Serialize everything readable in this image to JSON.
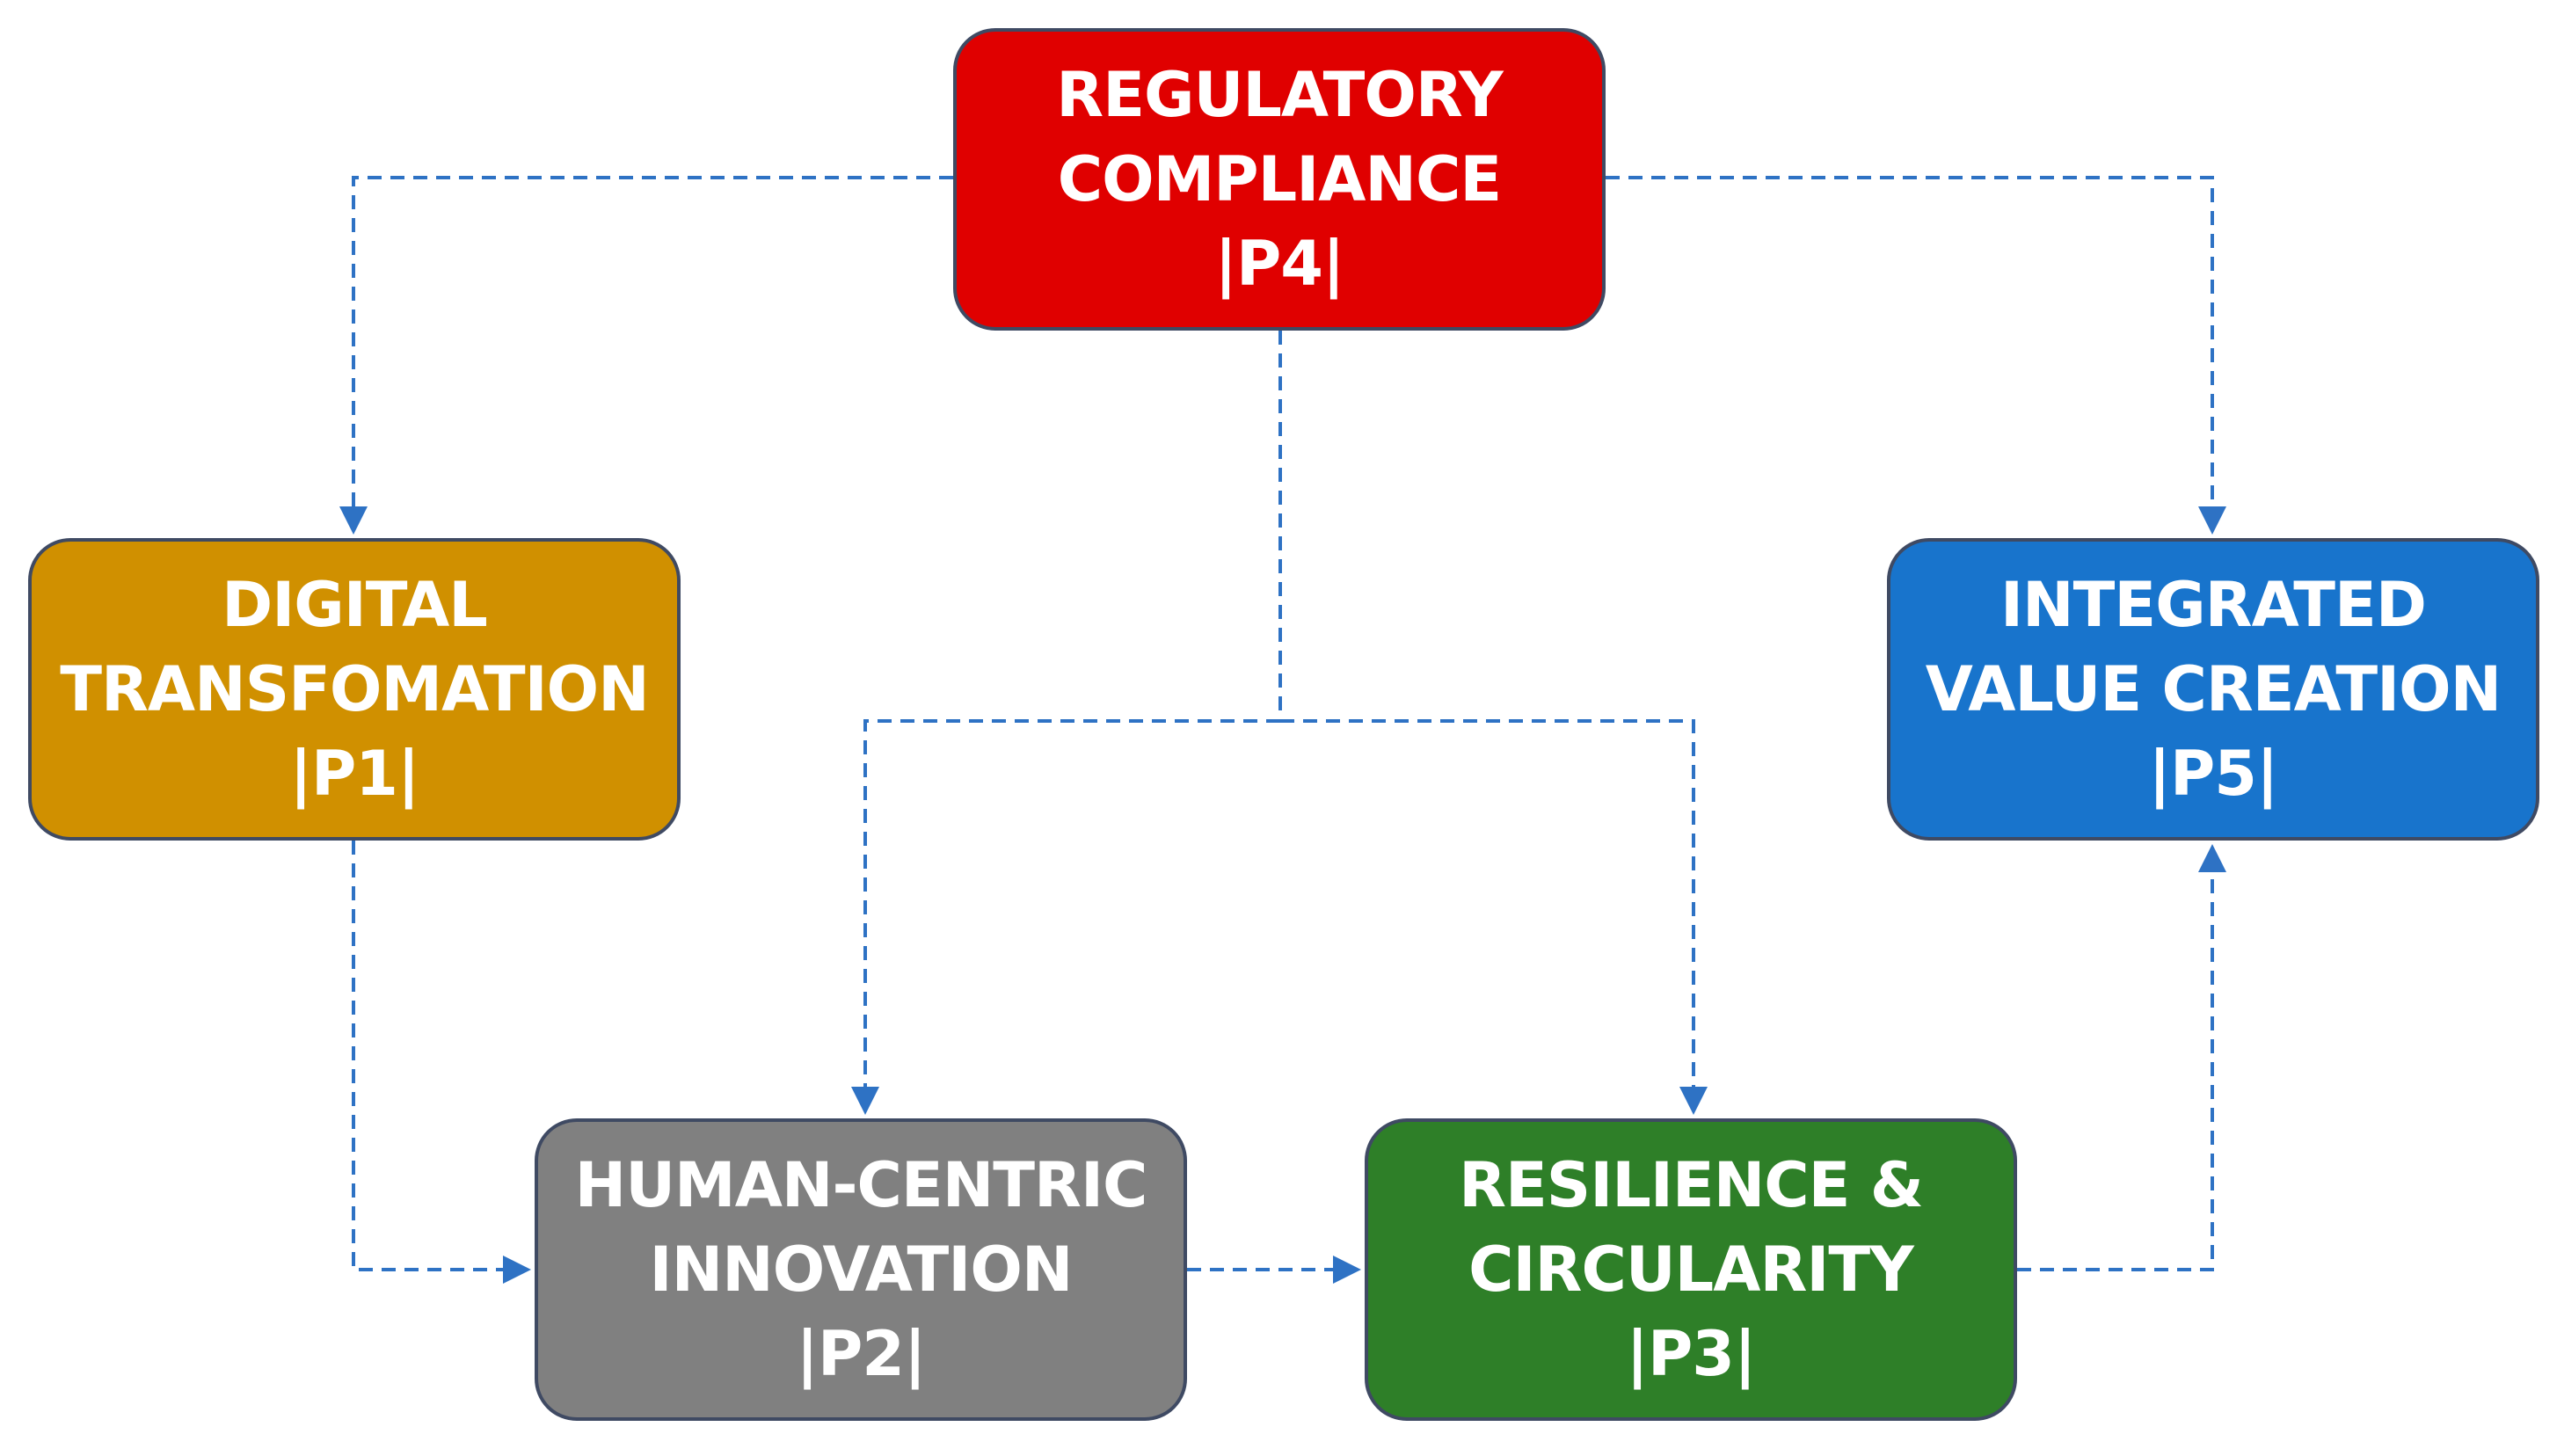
{
  "colors": {
    "p4": "#e00000",
    "p1": "#d09000",
    "p5": "#1874cc",
    "p2": "#808080",
    "p3": "#2e7f28",
    "connector": "#2e72c4",
    "border": "#3f4a63"
  },
  "nodes": {
    "p4": {
      "line1": "REGULATORY",
      "line2": "COMPLIANCE",
      "code": "|P4|"
    },
    "p1": {
      "line1": "DIGITAL",
      "line2": "TRANSFOMATION",
      "code": "|P1|"
    },
    "p5": {
      "line1": "INTEGRATED",
      "line2": "VALUE CREATION",
      "code": "|P5|"
    },
    "p2": {
      "line1": "HUMAN-CENTRIC",
      "line2": "INNOVATION",
      "code": "|P2|"
    },
    "p3": {
      "line1": "RESILIENCE &",
      "line2": "CIRCULARITY",
      "code": "|P3|"
    }
  },
  "edges": [
    {
      "from": "P4",
      "to": "P1"
    },
    {
      "from": "P4",
      "to": "P5"
    },
    {
      "from": "P4",
      "to": "P2"
    },
    {
      "from": "P4",
      "to": "P3"
    },
    {
      "from": "P1",
      "to": "P2"
    },
    {
      "from": "P2",
      "to": "P3"
    },
    {
      "from": "P3",
      "to": "P5"
    }
  ]
}
